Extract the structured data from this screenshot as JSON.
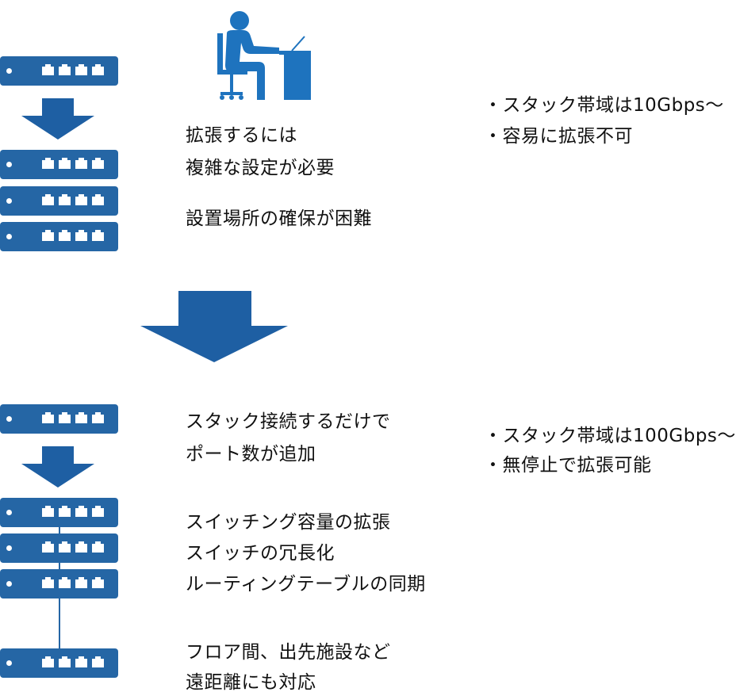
{
  "before": {
    "issue_1_line1": "拡張するには",
    "issue_1_line2": "複雑な設定が必要",
    "issue_2": "設置場所の確保が困難",
    "spec_1": "・スタック帯域は10Gbps～",
    "spec_2": "・容易に拡張不可"
  },
  "after": {
    "benefit_1_line1": "スタック接続するだけで",
    "benefit_1_line2": "ポート数が追加",
    "benefit_2_line1": "スイッチング容量の拡張",
    "benefit_2_line2": "スイッチの冗長化",
    "benefit_2_line3": "ルーティングテーブルの同期",
    "benefit_3_line1": "フロア間、出先施設など",
    "benefit_3_line2": "遠距離にも対応",
    "spec_1": "・スタック帯域は100Gbps～",
    "spec_2": "・無停止で拡張可能"
  },
  "colors": {
    "primary": "#2566a5",
    "accent": "#1e73be"
  },
  "icons": [
    "switch-icon",
    "person-at-computer-icon",
    "down-arrow-icon"
  ]
}
